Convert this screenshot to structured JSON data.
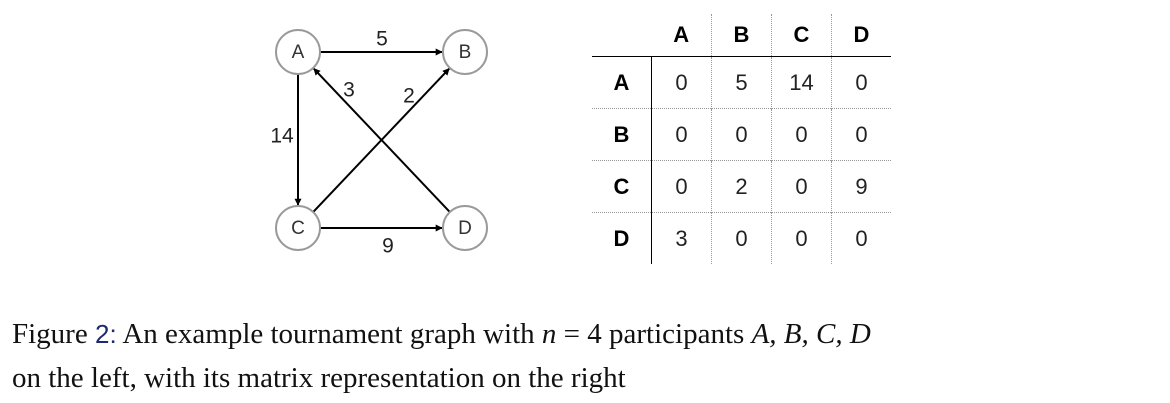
{
  "graph": {
    "nodes": [
      "A",
      "B",
      "C",
      "D"
    ],
    "edges": [
      {
        "from": "A",
        "to": "B",
        "weight": "5"
      },
      {
        "from": "A",
        "to": "C",
        "weight": "14"
      },
      {
        "from": "D",
        "to": "A",
        "weight": "3"
      },
      {
        "from": "C",
        "to": "B",
        "weight": "2"
      },
      {
        "from": "C",
        "to": "D",
        "weight": "9"
      }
    ]
  },
  "matrix": {
    "columns": [
      "A",
      "B",
      "C",
      "D"
    ],
    "rows": [
      {
        "label": "A",
        "cells": [
          "0",
          "5",
          "14",
          "0"
        ]
      },
      {
        "label": "B",
        "cells": [
          "0",
          "0",
          "0",
          "0"
        ]
      },
      {
        "label": "C",
        "cells": [
          "0",
          "2",
          "0",
          "9"
        ]
      },
      {
        "label": "D",
        "cells": [
          "3",
          "0",
          "0",
          "0"
        ]
      }
    ]
  },
  "caption": {
    "prefix": "Figure",
    "number": "2",
    "sep": ":",
    "text1": "An example tournament graph with",
    "n_var": "n",
    "eq": "= 4 participants",
    "participants": "A, B, C, D",
    "text2": "on the left, with its matrix representation on the right"
  }
}
